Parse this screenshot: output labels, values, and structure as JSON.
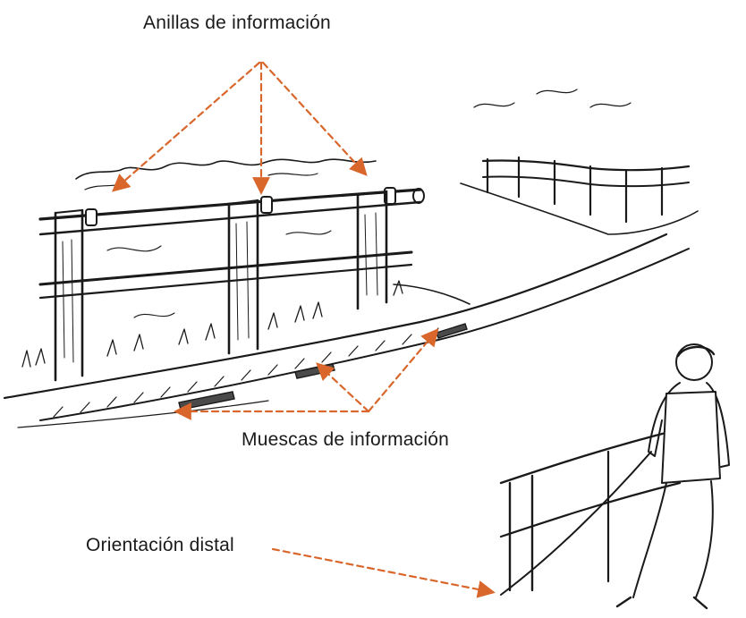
{
  "labels": {
    "rings": "Anillas de información",
    "notches": "Muescas de información",
    "distal": "Orientación distal"
  },
  "colors": {
    "arrow": "#d9662a",
    "ink": "#1a1a1a",
    "background": "#ffffff"
  }
}
